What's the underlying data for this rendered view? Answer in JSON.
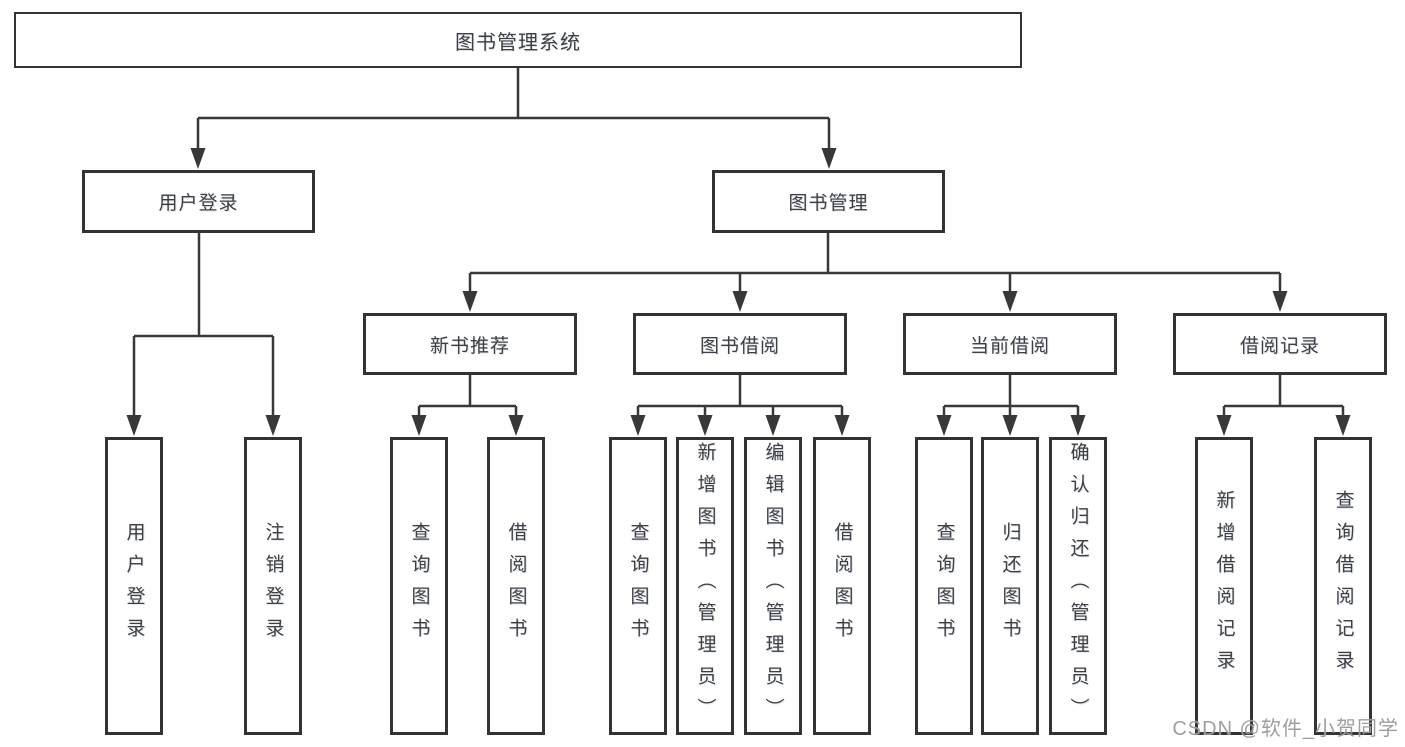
{
  "diagram": {
    "type": "tree",
    "colors": {
      "line": "#383838",
      "box_border": "#333333",
      "text": "#3f3f3f",
      "background": "#ffffff",
      "watermark": "#949494"
    },
    "root": {
      "label": "图书管理系统",
      "children": [
        {
          "label": "用户登录",
          "children": [
            {
              "label": "用户登录"
            },
            {
              "label": "注销登录"
            }
          ]
        },
        {
          "label": "图书管理",
          "children": [
            {
              "label": "新书推荐",
              "children": [
                {
                  "label": "查询图书"
                },
                {
                  "label": "借阅图书"
                }
              ]
            },
            {
              "label": "图书借阅",
              "children": [
                {
                  "label": "查询图书"
                },
                {
                  "label": "新增图书（管理员）"
                },
                {
                  "label": "编辑图书（管理员）"
                },
                {
                  "label": "借阅图书"
                }
              ]
            },
            {
              "label": "当前借阅",
              "children": [
                {
                  "label": "查询图书"
                },
                {
                  "label": "归还图书"
                },
                {
                  "label": "确认归还（管理员）"
                }
              ]
            },
            {
              "label": "借阅记录",
              "children": [
                {
                  "label": "新增借阅记录"
                },
                {
                  "label": "查询借阅记录"
                }
              ]
            }
          ]
        }
      ]
    },
    "watermark": "CSDN @软件_小贺同学"
  }
}
